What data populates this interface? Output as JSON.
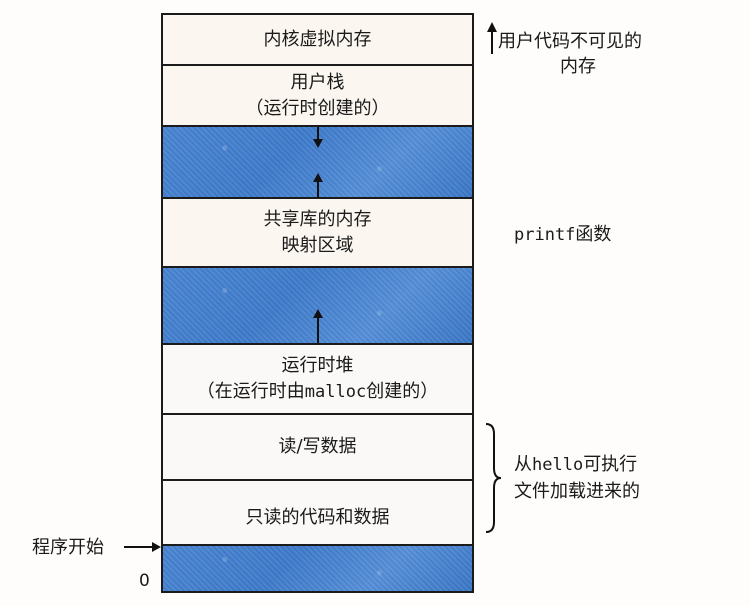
{
  "diagram": {
    "title": "Process virtual address space",
    "segments": [
      {
        "id": "kernel",
        "lines": [
          "内核虚拟内存"
        ],
        "fill": "light"
      },
      {
        "id": "user-stack",
        "lines": [
          "用户栈",
          "（运行时创建的）"
        ],
        "fill": "light"
      },
      {
        "id": "gap-stack-shared",
        "lines": [],
        "fill": "blue",
        "arrows": [
          "down",
          "up"
        ]
      },
      {
        "id": "shared-libs",
        "lines": [
          "共享库的内存",
          "映射区域"
        ],
        "fill": "light"
      },
      {
        "id": "gap-shared-heap",
        "lines": [],
        "fill": "blue",
        "arrows": [
          "up"
        ]
      },
      {
        "id": "heap",
        "line1": "运行时堆",
        "line2_pre": "（在运行时由",
        "line2_code": "malloc",
        "line2_post": "创建的）",
        "fill": "white"
      },
      {
        "id": "rw-data",
        "lines": [
          "读/写数据"
        ],
        "fill": "white"
      },
      {
        "id": "ro-code",
        "lines": [
          "只读的代码和数据"
        ],
        "fill": "white"
      },
      {
        "id": "unused",
        "lines": [],
        "fill": "blue"
      }
    ],
    "annotations": {
      "kernel_note": {
        "line1": "用户代码不可见的",
        "line2": "内存",
        "arrow": "up"
      },
      "printf": {
        "code": "printf",
        "text": "函数"
      },
      "hello": {
        "line1_pre": "从",
        "line1_code": "hello",
        "line1_post": "可执行",
        "line2": "文件加载进来的",
        "bracket": "right-brace"
      },
      "program_start": {
        "text": "程序开始",
        "arrow": "right"
      },
      "zero_address": "0"
    },
    "colors": {
      "region_fill": "#fbf6ef",
      "gap_fill": "#4a86d2",
      "border": "#1b1b1b"
    }
  }
}
